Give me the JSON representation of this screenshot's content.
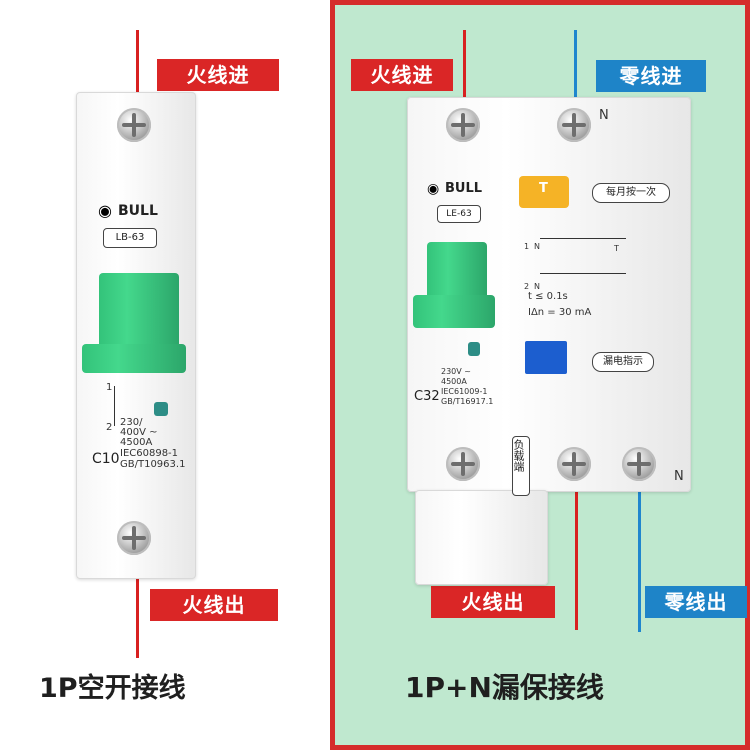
{
  "labels": {
    "left_top": "火线进",
    "left_bottom": "火线出",
    "right_top_fire": "火线进",
    "right_top_neutral": "零线进",
    "right_bottom_fire": "火线出",
    "right_bottom_neutral": "零线出"
  },
  "titles": {
    "left": "1P空开接线",
    "right": "1P+N漏保接线"
  },
  "left_breaker": {
    "brand": "BULL",
    "model": "LB-63",
    "rating": "C10",
    "spec_lines": [
      "230/",
      "400V ~",
      "4500A",
      "IEC60898-1",
      "GB/T10963.1"
    ],
    "terminals": [
      "1",
      "2"
    ]
  },
  "right_breaker": {
    "brand": "BULL",
    "model": "LE-63",
    "rating": "C32",
    "neutral_mark_top": "N",
    "neutral_mark_bottom": "N",
    "test_button_text": "T",
    "monthly_text": "每月按一次",
    "trip_time": "t ≤ 0.1s",
    "trip_current": "IΔn = 30 mA",
    "indicator_text": "漏电指示",
    "spec_lines": [
      "230V ~",
      "4500A",
      "IEC61009-1",
      "GB/T16917.1"
    ],
    "load_end": "负载端",
    "diagram_labels": [
      "1",
      "N",
      "2",
      "N",
      "T"
    ]
  },
  "colors": {
    "red": "#da2626",
    "blue": "#1e84c8",
    "green": "#38c97f",
    "panel": "#bfe8cf"
  }
}
